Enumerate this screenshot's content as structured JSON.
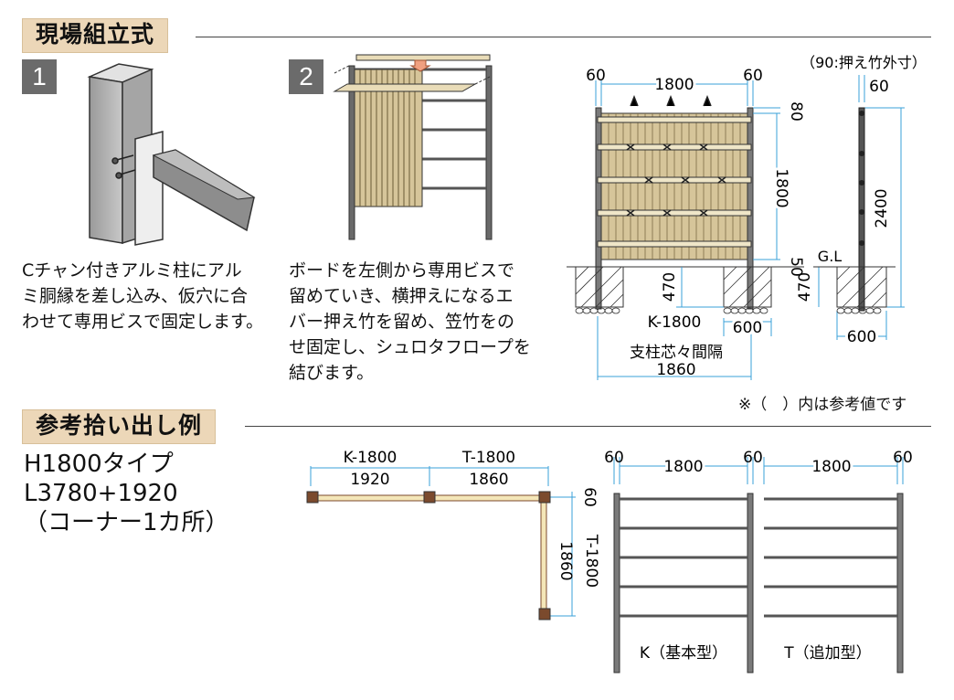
{
  "sections": {
    "assembly_title": "現場組立式",
    "example_title": "参考拾い出し例"
  },
  "steps": [
    {
      "num": "1",
      "text_lines": [
        "Cチャン付きアルミ柱にアル",
        "ミ胴縁を差し込み、仮穴に合",
        "わせて専用ビスで固定します。"
      ]
    },
    {
      "num": "2",
      "text_lines": [
        "ボードを左側から専用ビスで",
        "留めていき、横押えになるエ",
        "バー押え竹を留め、笠竹をの",
        "せ固定し、シュロタフロープを",
        "結びます。"
      ]
    }
  ],
  "front_dims": {
    "left_margin": "60",
    "width": "1800",
    "right_margin": "60",
    "top": "80",
    "height": "1800",
    "bottom": "50",
    "depth_left": "470",
    "depth_right": "470",
    "model": "K-1800",
    "foundation": "600",
    "pitch_label": "支柱芯々間隔",
    "pitch": "1860"
  },
  "side_dims": {
    "note": "（90:押え竹外寸）",
    "thickness": "60",
    "total_height": "2400",
    "ground": "G.L",
    "foundation": "600"
  },
  "reference_note": "※（　）内は参考値です",
  "example": {
    "lines": [
      "H1800タイプ",
      "L3780+1920",
      "（コーナー1カ所）"
    ],
    "plan": {
      "k_label": "K-1800",
      "k_pitch": "1920",
      "t_label": "T-1800",
      "t_pitch": "1860",
      "corner": "60",
      "side_label": "T-1800",
      "side_pitch": "1860"
    },
    "frames": {
      "k": {
        "left": "60",
        "width": "1800",
        "right": "60",
        "label": "K（基本型）"
      },
      "t": {
        "width": "1800",
        "right": "60",
        "label": "T（追加型）"
      }
    }
  },
  "colors": {
    "title_bg": "#ecd7b8",
    "bamboo": "#d6c59a",
    "post": "#7a7a7a",
    "dim_line": "#3aa0d8",
    "brown": "#7b4a2d"
  }
}
